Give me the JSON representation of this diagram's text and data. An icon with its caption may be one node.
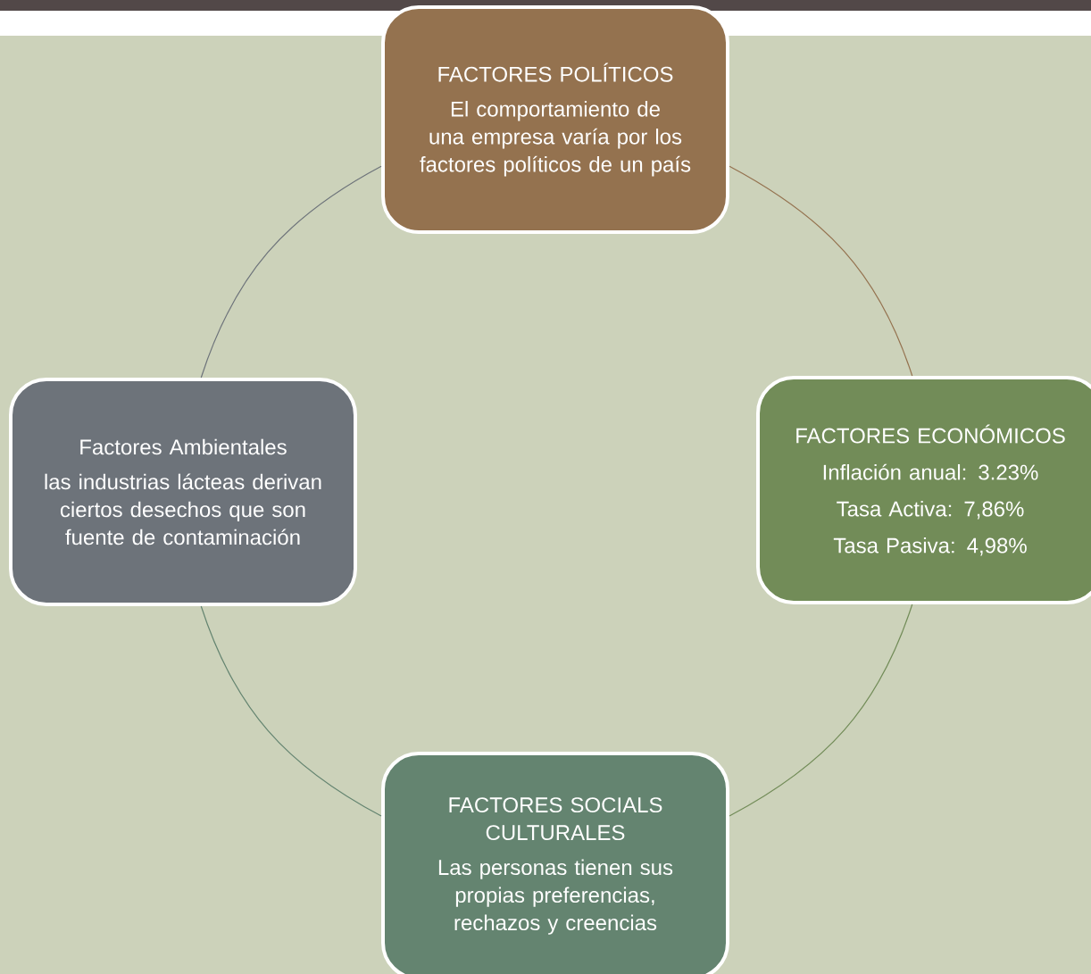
{
  "diagram": {
    "nodes": [
      {
        "text": [
          "FACTORES POLÍTICOS",
          "El comportamiento de una empresa varía por los factores políticos de un país"
        ]
      },
      {
        "text": [
          "FACTORES ECONÓMICOS",
          "Inflación anual: 3.23%",
          "Tasa Activa: 7,86%",
          "Tasa Pasiva: 4,98%"
        ]
      },
      {
        "text": [
          "FACTORES SOCIALS CULTURALES",
          "Las personas tienen sus propias preferencias, rechazos y creencias"
        ]
      },
      {
        "text": [
          "Factores Ambientales",
          "las industrias lácteas derivan ciertos desechos que son fuente de contaminación"
        ]
      }
    ],
    "edges": [
      {
        "from": 0,
        "to": 1,
        "arrow": "none",
        "color": "#94724f"
      },
      {
        "from": 1,
        "to": 2,
        "arrow": "none",
        "color": "#728c58"
      },
      {
        "from": 2,
        "to": 3,
        "arrow": "none",
        "color": "#648470"
      },
      {
        "from": 3,
        "to": 0,
        "arrow": "none",
        "color": "#6d737a"
      }
    ]
  }
}
